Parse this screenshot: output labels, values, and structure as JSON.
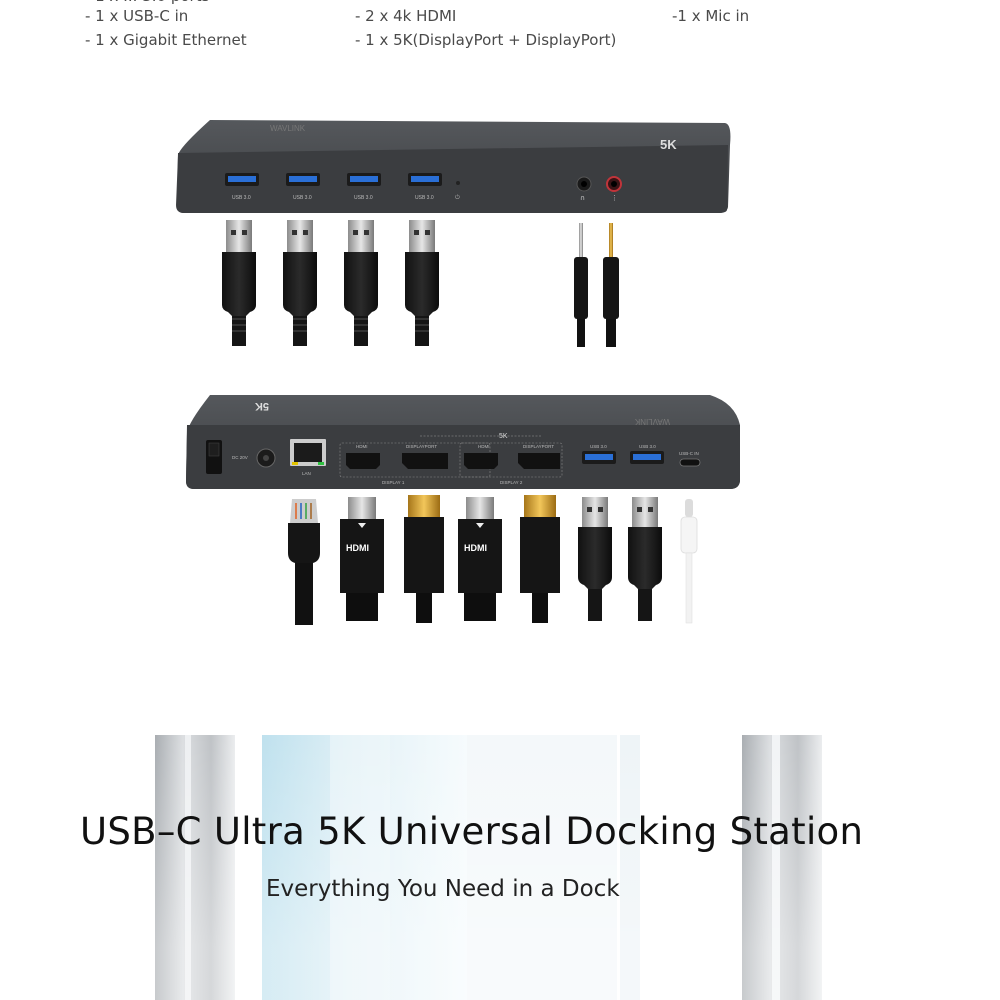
{
  "specs": {
    "col1": [
      "- 1 x USB-C in",
      "- 1 x Gigabit Ethernet"
    ],
    "col2": [
      "- 2 x 4k HDMI",
      "- 1 x 5K(DisplayPort + DisplayPort)"
    ],
    "col3": [
      "-1 x Mic in"
    ]
  },
  "front_panel": {
    "usb_labels": [
      "USB 3.0",
      "USB 3.0",
      "USB 3.0",
      "USB 3.0"
    ],
    "logo": "5K"
  },
  "rear_panel": {
    "logo": "5K",
    "power_label": "DC 20V",
    "lan_label": "LAN",
    "group_label": "5K",
    "hdmi_labels": [
      "HDMI",
      "HDMI"
    ],
    "displayport_labels": [
      "DISPLAYPORT",
      "DISPLAYPORT"
    ],
    "display_labels": [
      "DISPLAY 1",
      "DISPLAY 2"
    ],
    "usb_labels": [
      "USB 3.0",
      "USB 3.0"
    ],
    "usbc_label": "USB-C IN"
  },
  "cables": {
    "hdmi_logo": "HDMI"
  },
  "banner": {
    "title": "USB–C Ultra 5K Universal Docking Station",
    "subtitle": "Everything You Need in a Dock"
  },
  "colors": {
    "dock_body": "#3b3d40",
    "usb_blue": "#2a6fd6",
    "dp_gold": "#e0a21a",
    "mic_red": "#c0343a"
  }
}
